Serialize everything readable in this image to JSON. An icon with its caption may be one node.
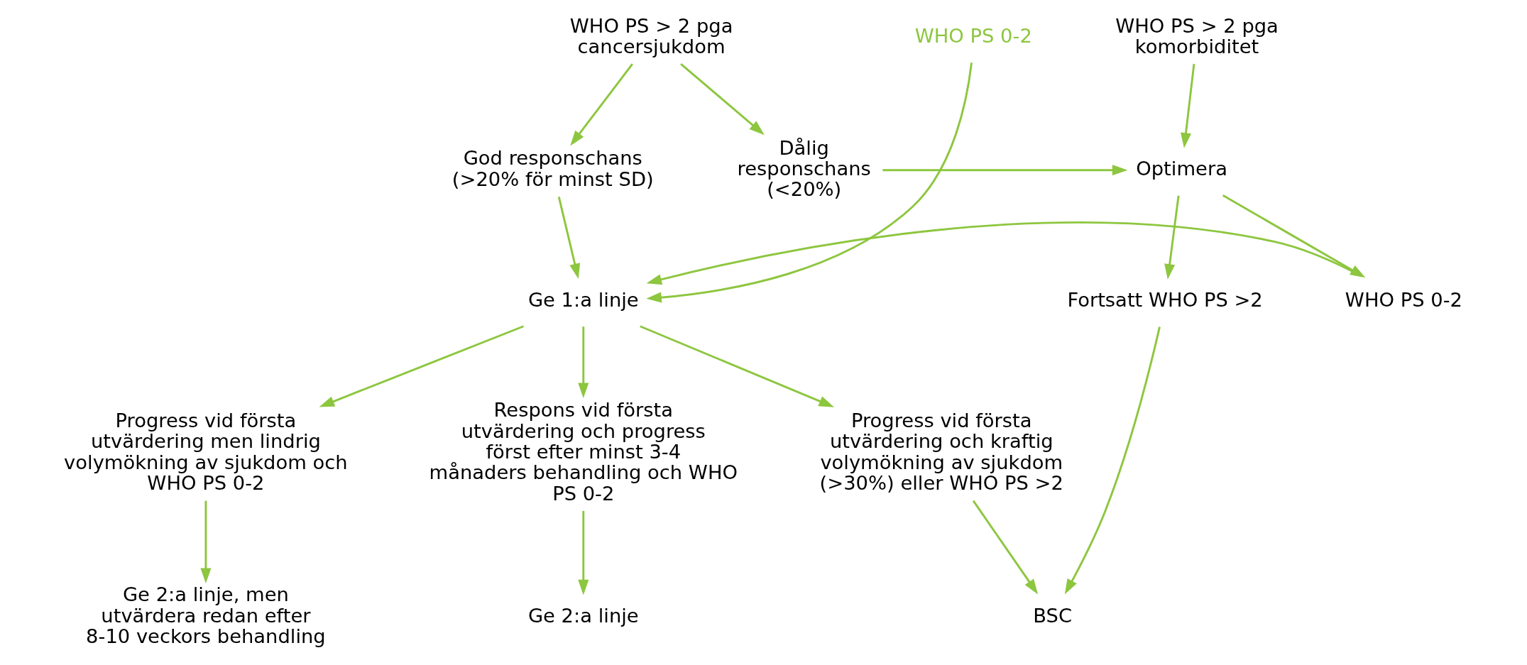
{
  "diagram": {
    "nodes": [
      {
        "text": [
          "WHO PS 0-2"
        ]
      },
      {
        "text": [
          "WHO PS > 2 pga cancersjukdom"
        ]
      },
      {
        "text": [
          "WHO PS > 2 pga komorbiditet"
        ]
      },
      {
        "text": [
          "God responschans (>20% för minst SD)"
        ]
      },
      {
        "text": [
          "Dålig responschans (<20%)"
        ]
      },
      {
        "text": [
          "Optimera"
        ]
      },
      {
        "text": [
          "Ge 1:a linje"
        ]
      },
      {
        "text": [
          "WHO PS 0-2"
        ]
      },
      {
        "text": [
          "Fortsatt WHO PS >2"
        ]
      },
      {
        "text": [
          "Respons vid första utvärdering och progress först efter minst 3-4 månaders behandling och WHO PS 0-2"
        ]
      },
      {
        "text": [
          "Progress vid första utvärdering men lindrig volymökning av sjukdom och WHO PS 0-2"
        ]
      },
      {
        "text": [
          "Progress vid första utvärdering och kraftig volymökning av sjukdom (>30%) eller WHO PS >2"
        ]
      },
      {
        "text": [
          "BSC"
        ]
      },
      {
        "text": [
          "Ge 2:a linje"
        ]
      },
      {
        "text": [
          "Ge 2:a linje, men utvärdera redan efter 8-10 veckors behandling"
        ]
      }
    ],
    "edges": [
      {
        "from": 0,
        "to": 6,
        "arrow": "to"
      },
      {
        "from": 1,
        "to": 3,
        "arrow": "to"
      },
      {
        "from": 1,
        "to": 4,
        "arrow": "to"
      },
      {
        "from": 2,
        "to": 5,
        "arrow": "to"
      },
      {
        "from": 3,
        "to": 6,
        "arrow": "to"
      },
      {
        "from": 4,
        "to": 5,
        "arrow": "to"
      },
      {
        "from": 5,
        "to": 7,
        "arrow": "to"
      },
      {
        "from": 5,
        "to": 8,
        "arrow": "to"
      },
      {
        "from": 7,
        "to": 6,
        "arrow": "to"
      },
      {
        "from": 6,
        "to": 9,
        "arrow": "to"
      },
      {
        "from": 6,
        "to": 10,
        "arrow": "to"
      },
      {
        "from": 6,
        "to": 11,
        "arrow": "to"
      },
      {
        "from": 11,
        "to": 12,
        "arrow": "to"
      },
      {
        "from": 8,
        "to": 12,
        "arrow": "to"
      },
      {
        "from": 9,
        "to": 13,
        "arrow": "to"
      },
      {
        "from": 10,
        "to": 14,
        "arrow": "to"
      }
    ]
  }
}
